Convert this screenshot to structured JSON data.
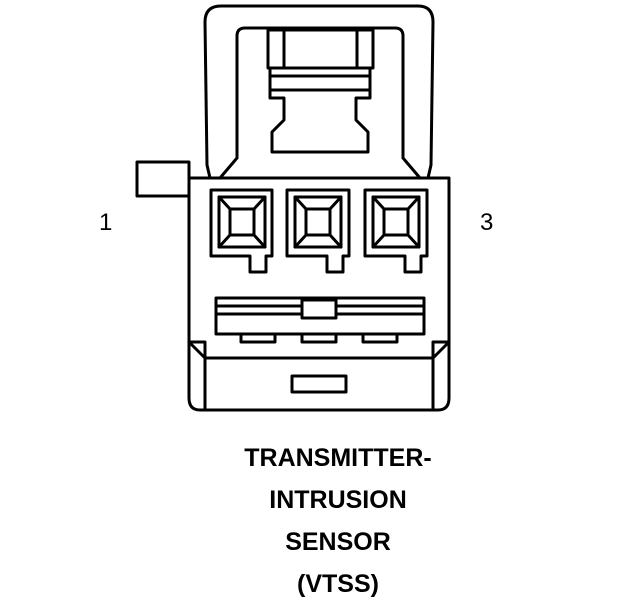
{
  "connector": {
    "pin_labels": {
      "first": "1",
      "last": "3"
    },
    "caption_lines": [
      "TRANSMITTER-",
      "INTRUSION",
      "SENSOR",
      "(VTSS)"
    ]
  },
  "colors": {
    "stroke": "#000000",
    "background": "#ffffff"
  }
}
